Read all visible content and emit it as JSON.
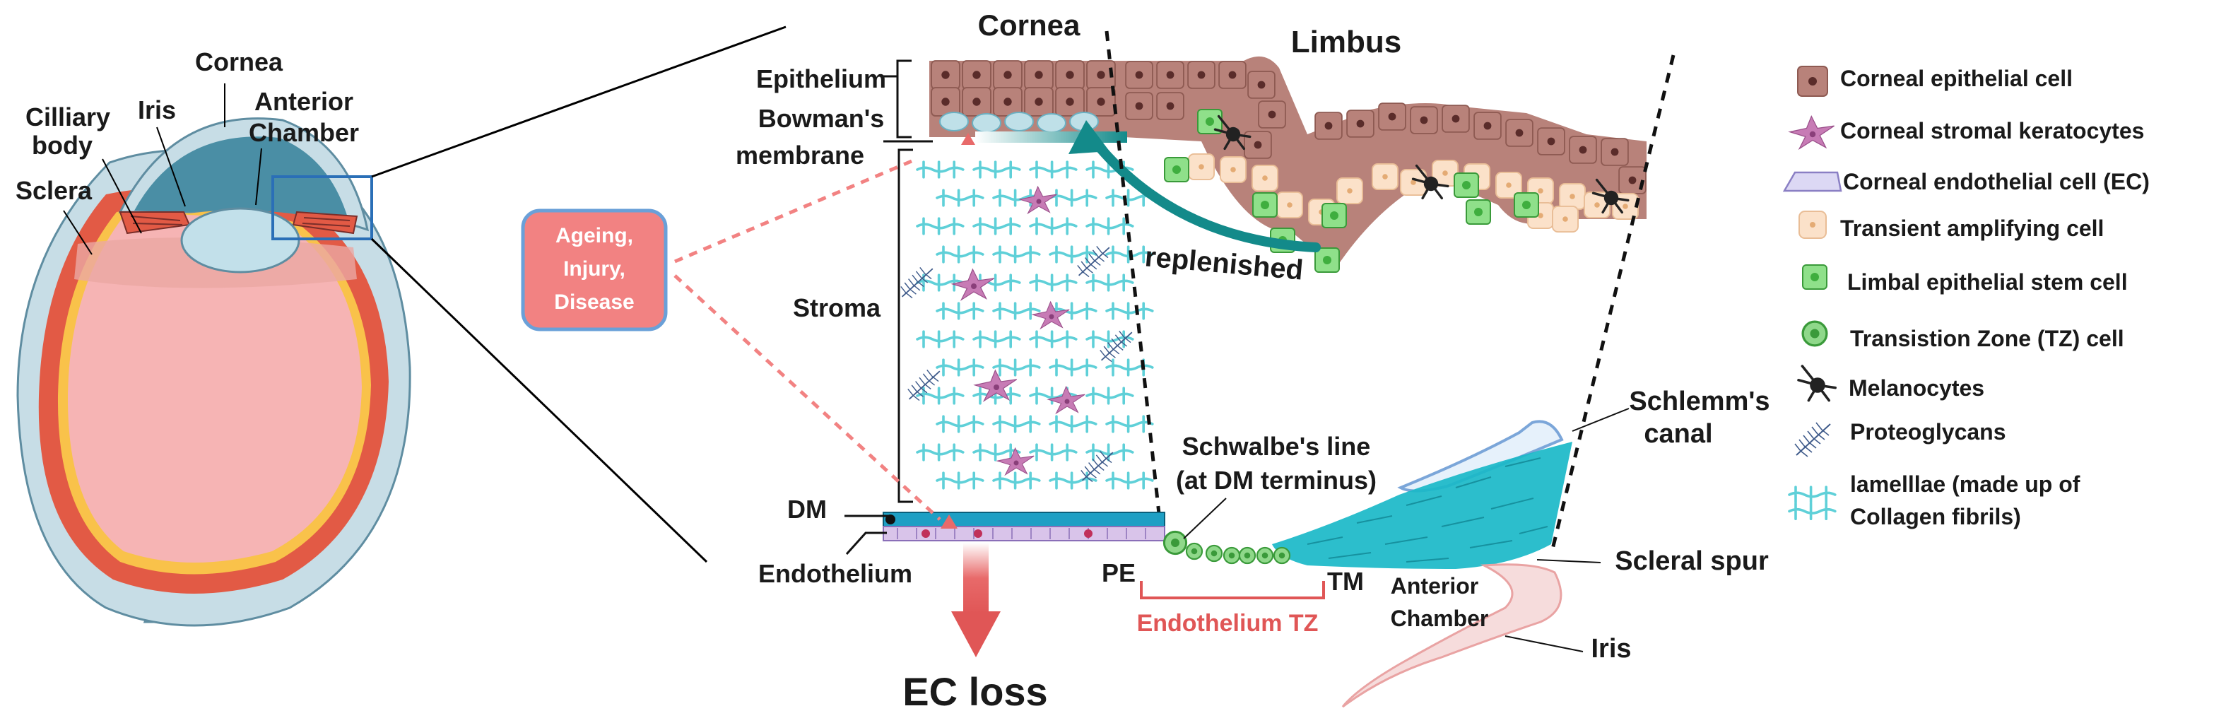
{
  "eye_labels": {
    "cornea": "Cornea",
    "iris": "Iris",
    "ciliary_1": "Cilliary",
    "ciliary_2": "body",
    "sclera": "Sclera",
    "anterior_1": "Anterior",
    "anterior_2": "Chamber"
  },
  "detail_labels": {
    "cornea": "Cornea",
    "limbus": "Limbus",
    "epithelium": "Epithelium",
    "bowmans_1": "Bowman's",
    "bowmans_2": "membrane",
    "stroma": "Stroma",
    "dm": "DM",
    "endothelium": "Endothelium",
    "pe": "PE",
    "tm": "TM",
    "replenished": "replenished",
    "schwalbe_1": "Schwalbe's line",
    "schwalbe_2": "(at DM terminus)",
    "endothelium_tz": "Endothelium TZ",
    "anterior_1": "Anterior",
    "anterior_2": "Chamber",
    "schlemm_1": "Schlemm's",
    "schlemm_2": "canal",
    "scleral_spur": "Scleral spur",
    "iris": "Iris",
    "ec_loss": "EC loss"
  },
  "callout": {
    "line1": "Ageing,",
    "line2": "Injury,",
    "line3": "Disease"
  },
  "legend": [
    {
      "icon": "epithelial-cell-icon",
      "label": "Corneal epithelial cell"
    },
    {
      "icon": "keratocyte-icon",
      "label": "Corneal stromal keratocytes"
    },
    {
      "icon": "endothelial-cell-icon",
      "label": "Corneal endothelial  cell (EC)"
    },
    {
      "icon": "ta-cell-icon",
      "label": "Transient amplifying cell"
    },
    {
      "icon": "stem-cell-icon",
      "label": "Limbal epithelial stem cell"
    },
    {
      "icon": "tz-cell-icon",
      "label": "Transistion Zone (TZ) cell"
    },
    {
      "icon": "melanocyte-icon",
      "label": "Melanocytes"
    },
    {
      "icon": "proteoglycan-icon",
      "label": "Proteoglycans"
    },
    {
      "icon": "lamellae-icon",
      "label": "lamelllae (made up of",
      "label2": "Collagen fibrils)"
    }
  ],
  "colors": {
    "epithelium": "#b8827a",
    "epithelium_dark": "#8e5a52",
    "ta_cell": "#fbe1c9",
    "stem_cell": "#8fe08a",
    "collagen": "#5fd0d8",
    "trabecular": "#1ab8c8",
    "dm": "#1e9fc4",
    "endothelial": "#d9c4ea",
    "callout": "#f28282",
    "teal_arrow": "#138a8a",
    "red": "#e05656",
    "keratocyte": "#c77bb5"
  }
}
